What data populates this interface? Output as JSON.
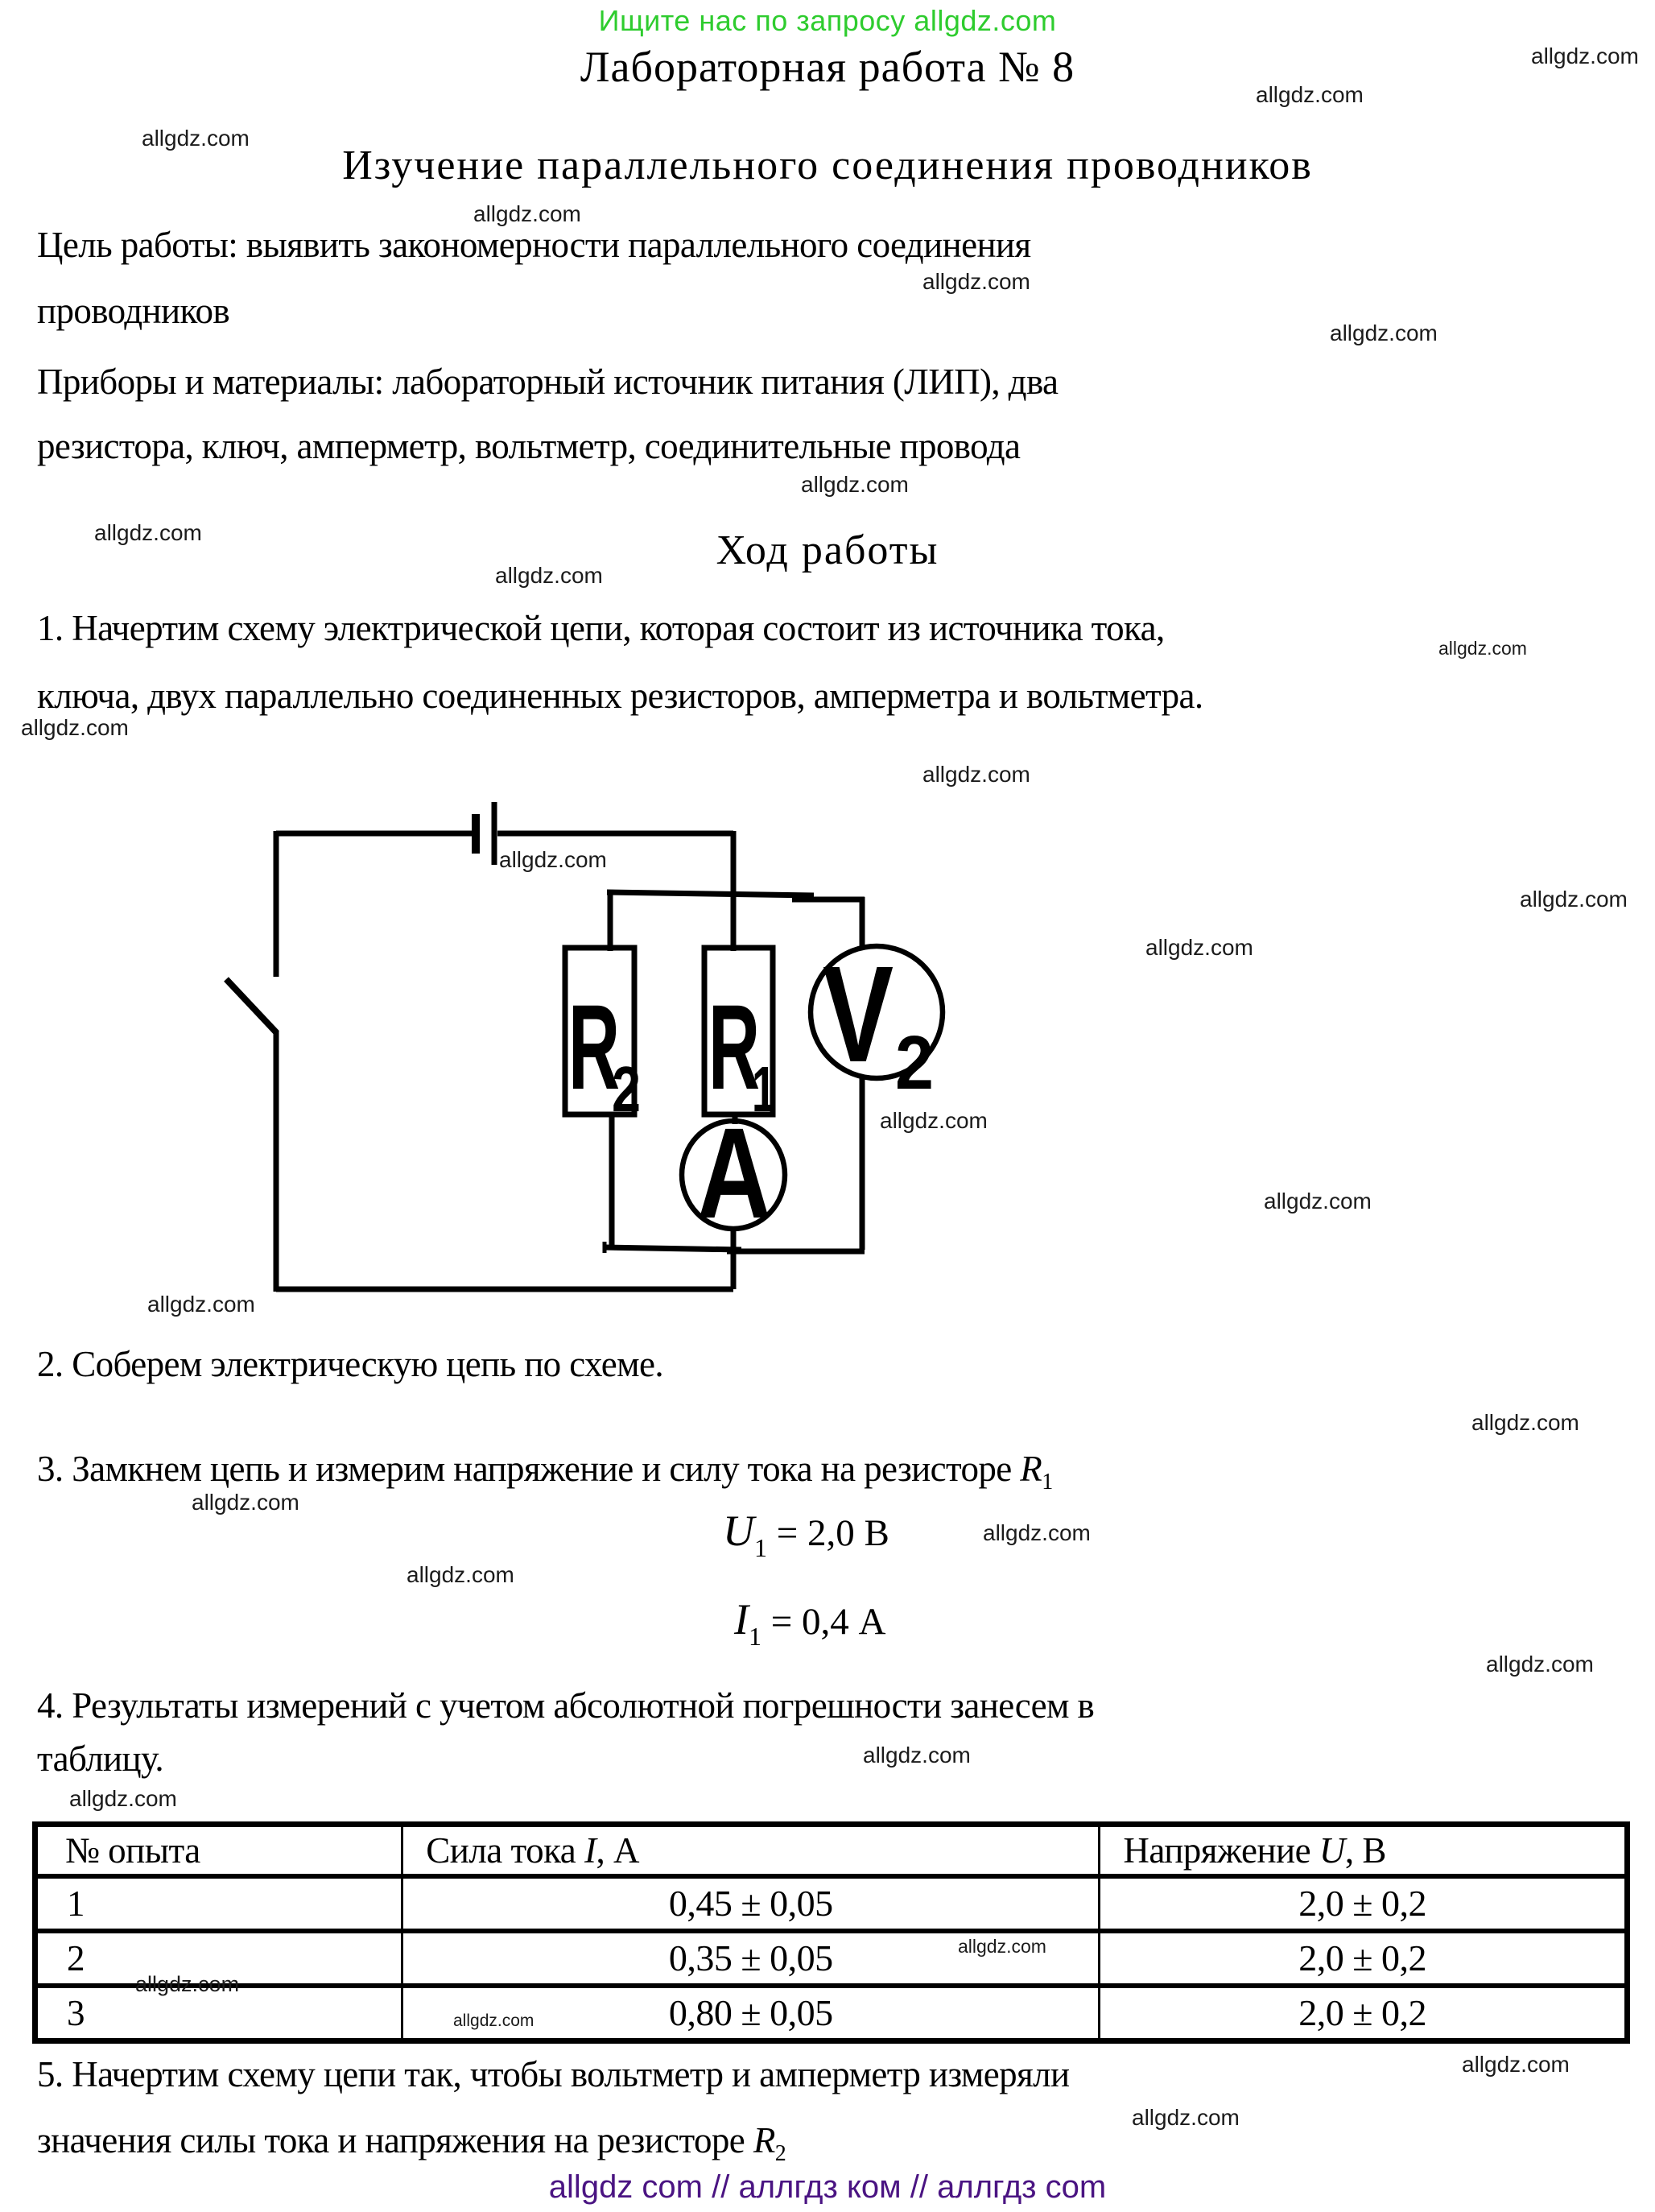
{
  "promo_top": "Ищите нас по запросу allgdz.com",
  "watermark": "allgdz.com",
  "title": "Лабораторная работа № 8",
  "subtitle": "Изучение параллельного соединения проводников",
  "goal": {
    "line1": "Цель работы: выявить закономерности параллельного соединения",
    "line2": "проводников"
  },
  "equipment": {
    "line1": "Приборы и материалы: лабораторный источник питания (ЛИП), два",
    "line2": "резистора, ключ, амперметр, вольтметр, соединительные провода"
  },
  "procedure_heading": "Ход работы",
  "step1": {
    "line1": "1. Начертим схему электрической цепи, которая состоит из источника тока,",
    "line2": "ключа, двух параллельно соединенных резисторов, амперметра и вольтметра."
  },
  "step2": "2. Соберем электрическую цепь по схеме.",
  "step3": {
    "text": "3. Замкнем цепь и измерим напряжение и силу тока на резисторе ",
    "var": "R",
    "sub": "1"
  },
  "formulas": {
    "voltage": {
      "var": "U",
      "sub": "1",
      "rhs": " = 2,0 В"
    },
    "current": {
      "var": "I",
      "sub": "1",
      "rhs": " = 0,4 А"
    }
  },
  "step4": {
    "line1": "4. Результаты измерений с учетом абсолютной погрешности занесем в",
    "line2": "таблицу."
  },
  "table": {
    "headers": {
      "col1": "№ опыта",
      "col2_prefix": "Сила тока ",
      "col2_var": "I",
      "col2_suffix": ", А",
      "col3_prefix": "Напряжение ",
      "col3_var": "U",
      "col3_suffix": ", В"
    },
    "rows": [
      {
        "num": "1",
        "current": "0,45 ± 0,05",
        "voltage": "2,0 ± 0,2"
      },
      {
        "num": "2",
        "current": "0,35 ± 0,05",
        "voltage": "2,0 ± 0,2"
      },
      {
        "num": "3",
        "current": "0,80 ± 0,05",
        "voltage": "2,0 ± 0,2"
      }
    ]
  },
  "step5": {
    "line1": "5. Начертим схему цепи так, чтобы вольтметр и амперметр измеряли",
    "line2": "значения силы тока и напряжения на резисторе ",
    "var": "R",
    "sub": "2"
  },
  "diagram": {
    "resistor_left_base": "R",
    "resistor_left_sub": "2",
    "resistor_right_base": "R",
    "resistor_right_sub": "1",
    "voltmeter_base": "V",
    "voltmeter_sub": "2",
    "ammeter": "A"
  },
  "footer": "allgdz com  //  аллгдз ком  //  аллгдз com",
  "colors": {
    "promo_green": "#2ecc2e",
    "footer_purple": "#4a1482",
    "ink": "#000000",
    "watermark_gray": "#1b1b1b"
  }
}
